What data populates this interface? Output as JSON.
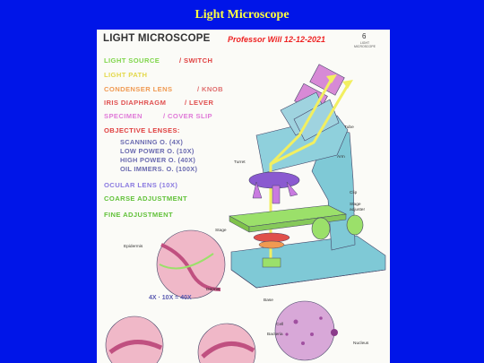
{
  "slide_title": "Light Microscope",
  "sheet": {
    "title": "LIGHT MICROSCOPE",
    "author": "Professor Will 12-12-2021",
    "page_number": "6",
    "page_tag": "LIGHT MICROSCOPE"
  },
  "legend": {
    "light_source": "LIGHT SOURCE",
    "switch": "/ SWITCH",
    "light_path": "LIGHT PATH",
    "condenser": "CONDENSER LENS",
    "knob": "/ KNOB",
    "iris": "IRIS DIAPHRAGM",
    "lever": "/ LEVER",
    "specimen": "SPECIMEN",
    "cover_slip": "/ COVER SLIP",
    "objective": "OBJECTIVE LENSES:",
    "scanning": "SCANNING O. (4X)",
    "low_power": "LOW POWER O. (10X)",
    "high_power": "HIGH POWER O. (40X)",
    "oil_immersion": "OIL IMMERS. O. (100X)",
    "ocular": "OCULAR LENS (10X)",
    "coarse": "COARSE  ADJUSTMENT",
    "fine": "FINE  ADJUSTMENT"
  },
  "diagram_labels": {
    "tube": "Tube",
    "arm": "Arm",
    "turret": "Turret",
    "clip": "Clip",
    "stage_adjuster": "Stage adjuster",
    "stage": "Stage",
    "base": "Base",
    "epidermis": "Epidermis",
    "dermis": "Dermis",
    "cell": "Cell",
    "bacteria": "Bacteria",
    "nucleus": "Nucleus"
  },
  "magnification_note": "4X · 10X = 40X",
  "colors": {
    "background": "#0015e8",
    "title": "#ffff40",
    "sheet": "#fbfbf7",
    "microscope_body": "#7fc9d6",
    "light_path": "#f2ef60",
    "stage": "#9be06a",
    "ocular": "#d78ad6"
  }
}
